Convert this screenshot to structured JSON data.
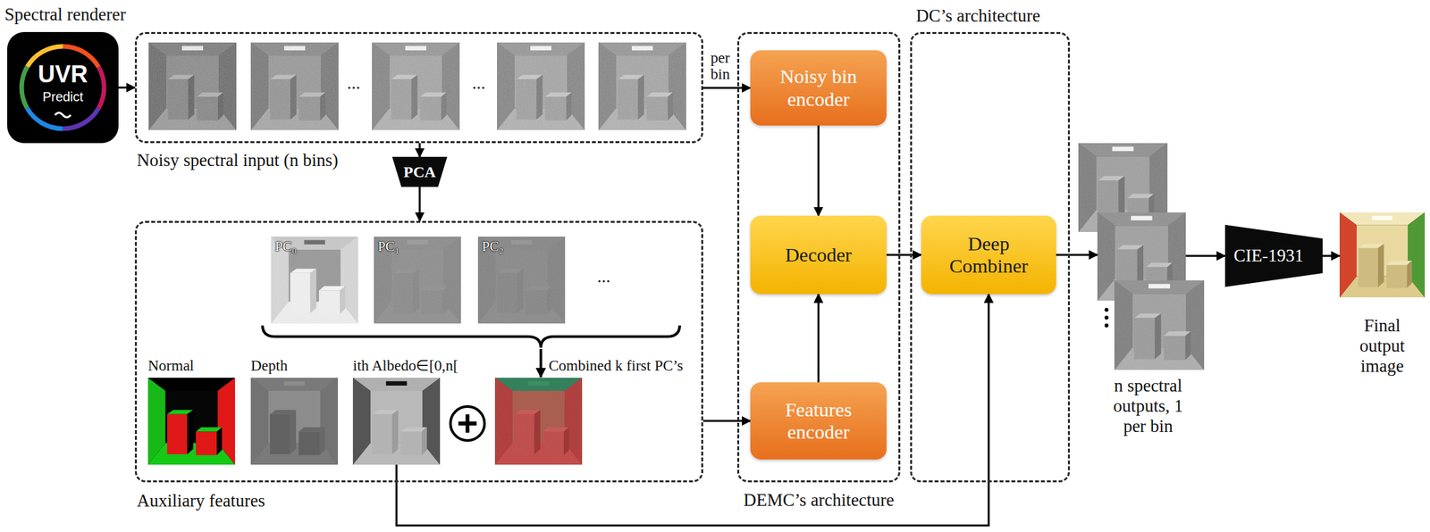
{
  "diagram": {
    "nodes": [
      {
        "text": [
          "Spectral renderer",
          "UVR",
          "Predict"
        ]
      },
      {
        "text": [
          "Noisy spectral input (n bins)"
        ]
      },
      {
        "text": [
          "PCA"
        ]
      },
      {
        "text": [
          "Auxiliary features"
        ]
      },
      {
        "text": [
          "PC₀"
        ],
        "in": 3
      },
      {
        "text": [
          "PC₁"
        ],
        "in": 3
      },
      {
        "text": [
          "PC₂"
        ],
        "in": 3
      },
      {
        "text": [
          "Normal"
        ],
        "in": 3
      },
      {
        "text": [
          "Depth"
        ],
        "in": 3
      },
      {
        "text": [
          "ith Albedo∈[0,n["
        ],
        "in": 3
      },
      {
        "text": [
          "Combined k first PC’s"
        ],
        "in": 3
      },
      {
        "text": [
          "DEMC’s architecture"
        ]
      },
      {
        "text": [
          "Noisy bin encoder"
        ],
        "in": 11
      },
      {
        "text": [
          "Decoder"
        ],
        "in": 11
      },
      {
        "text": [
          "Features encoder"
        ],
        "in": 11
      },
      {
        "text": [
          "DC’s architecture"
        ]
      },
      {
        "text": [
          "Deep Combiner"
        ],
        "in": 15
      },
      {
        "text": [
          "n spectral outputs, 1 per bin"
        ]
      },
      {
        "text": [
          "CIE-1931"
        ]
      },
      {
        "text": [
          "Final output image"
        ]
      }
    ],
    "edges": [
      {
        "from": 0,
        "to": 1,
        "arrow": "to"
      },
      {
        "from": 1,
        "to": 12,
        "arrow": "to",
        "label": "per bin"
      },
      {
        "from": 1,
        "to": 2,
        "arrow": "to"
      },
      {
        "from": 2,
        "to": 3,
        "arrow": "to"
      },
      {
        "from": 3,
        "to": 14,
        "arrow": "to"
      },
      {
        "from": 12,
        "to": 13,
        "arrow": "to"
      },
      {
        "from": 14,
        "to": 13,
        "arrow": "to"
      },
      {
        "from": 13,
        "to": 16,
        "arrow": "to"
      },
      {
        "from": 9,
        "to": 16,
        "arrow": "to"
      },
      {
        "from": 16,
        "to": 17,
        "arrow": "to"
      },
      {
        "from": 17,
        "to": 18,
        "arrow": "to"
      },
      {
        "from": 18,
        "to": 19,
        "arrow": "to"
      }
    ],
    "labels": [
      "...",
      "...",
      "..."
    ]
  }
}
